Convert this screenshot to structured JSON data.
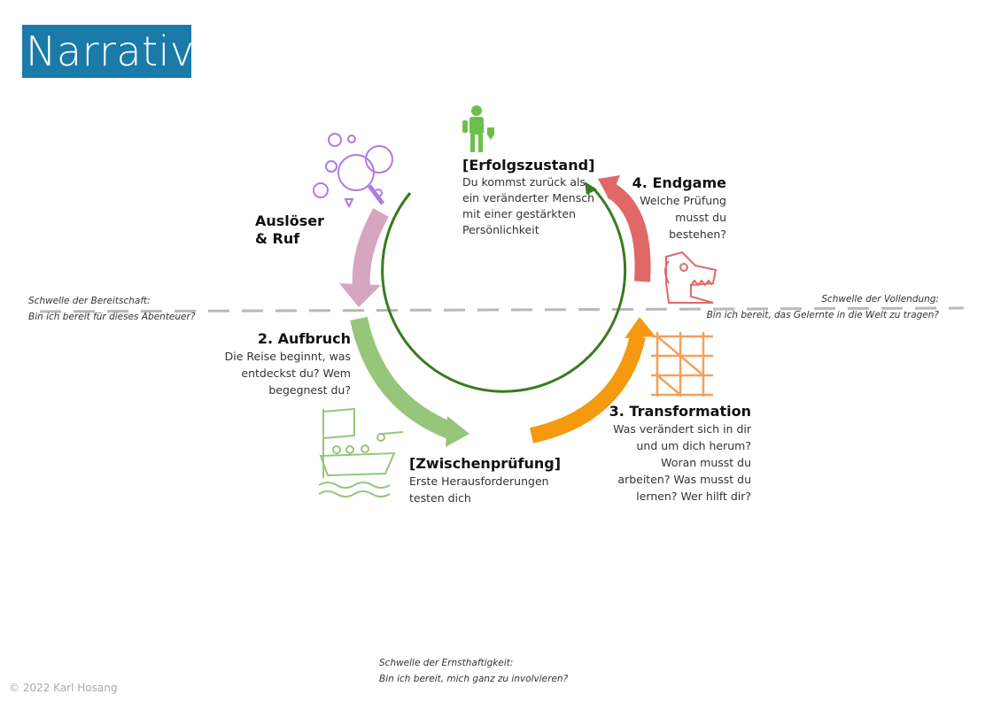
{
  "title": "Narrativ",
  "stages": {
    "trigger": {
      "heading_line1": "Auslöser",
      "heading_line2": "& Ruf"
    },
    "departure": {
      "heading": "2. Aufbruch",
      "text_lines": [
        "Die Reise beginnt, was",
        "entdeckst du? Wem",
        "begegnest du?"
      ]
    },
    "intermediate": {
      "heading": "[Zwischenprüfung]",
      "text_lines": [
        "Erste Herausforderungen",
        "testen dich"
      ]
    },
    "transformation": {
      "heading": "3. Transformation",
      "text_lines": [
        "Was verändert sich in dir",
        "und um dich herum?",
        "Woran musst du",
        "arbeiten? Was musst du",
        "lernen? Wer hilft dir?"
      ]
    },
    "endgame": {
      "heading": "4. Endgame",
      "text_lines": [
        "Welche Prüfung",
        "musst du",
        "bestehen?"
      ]
    },
    "success": {
      "heading": "[Erfolgszustand]",
      "text_lines": [
        "Du kommst zurück als",
        "ein veränderter Mensch",
        "mit einer gestärkten",
        "Persönlichkeit"
      ]
    }
  },
  "thresholds": {
    "readiness": {
      "line1": "Schwelle der Bereitschaft:",
      "line2": "Bin ich bereit für dieses Abenteuer?"
    },
    "completion": {
      "line1": "Schwelle der Vollendung:",
      "line2": "Bin ich bereit, das Gelernte in die Welt zu tragen?"
    },
    "seriousness": {
      "line1": "Schwelle der Ernsthaftigkeit:",
      "line2": "Bin ich bereit, mich ganz zu involvieren?"
    }
  },
  "footer": "© 2022 Karl Hosang",
  "colors": {
    "title_bg": "#1a7aa8",
    "circle": "#3a7a22",
    "trigger_arrow": "#d6a5c0",
    "departure_arrow": "#96c67a",
    "transformation_arrow": "#f5990f",
    "endgame_arrow": "#e06868",
    "threshold_line": "#b8b8b8"
  },
  "icons": [
    "magnifier-icon",
    "knight-icon",
    "dragon-icon",
    "scaffold-icon",
    "boat-icon"
  ]
}
